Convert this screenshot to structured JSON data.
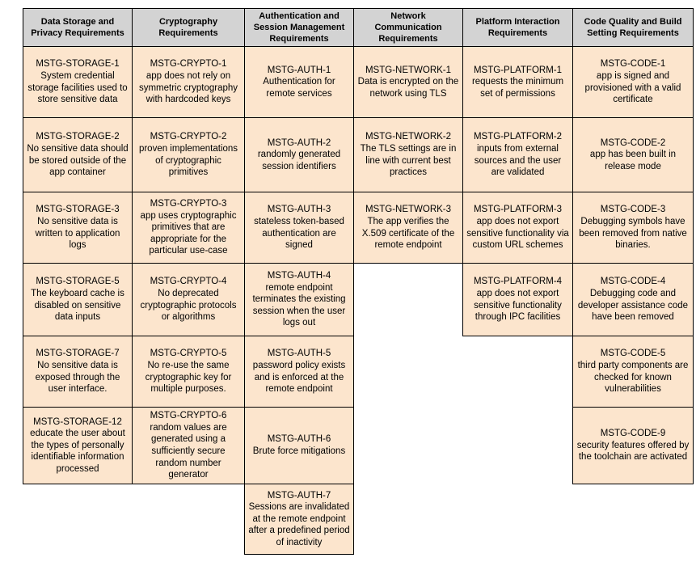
{
  "colors": {
    "header_bg": "#D3D3D3",
    "cell_bg": "#FCE5CD",
    "border": "#000000",
    "text": "#000000"
  },
  "table": {
    "columns": [
      {
        "id": "storage",
        "header": "Data Storage and Privacy Requirements",
        "cells": [
          {
            "code": "MSTG-STORAGE-1",
            "text": "System credential storage facilities used to store sensitive data"
          },
          {
            "code": "MSTG-STORAGE-2",
            "text": "No sensitive data should be stored outside of the app container"
          },
          {
            "code": "MSTG-STORAGE-3",
            "text": "No sensitive data is written to application logs"
          },
          {
            "code": "MSTG-STORAGE-5",
            "text": "The keyboard cache is disabled on sensitive data inputs"
          },
          {
            "code": "MSTG-STORAGE-7",
            "text": "No sensitive data is exposed through the user interface."
          },
          {
            "code": "MSTG-STORAGE-12",
            "text": "educate the user about the types of personally identifiable information processed"
          }
        ]
      },
      {
        "id": "crypto",
        "header": "Cryptography Requirements",
        "cells": [
          {
            "code": "MSTG-CRYPTO-1",
            "text": "app does not rely on symmetric cryptography with hardcoded keys"
          },
          {
            "code": "MSTG-CRYPTO-2",
            "text": "proven implementations of cryptographic primitives"
          },
          {
            "code": "MSTG-CRYPTO-3",
            "text": "app uses cryptographic primitives that are appropriate for the particular use-case"
          },
          {
            "code": "MSTG-CRYPTO-4",
            "text": "No deprecated cryptographic protocols or algorithms"
          },
          {
            "code": "MSTG-CRYPTO-5",
            "text": "No re-use the same cryptographic key for multiple purposes."
          },
          {
            "code": "MSTG-CRYPTO-6",
            "text": "random values are generated using a sufficiently secure random number generator"
          }
        ]
      },
      {
        "id": "auth",
        "header": "Authentication and Session Management Requirements",
        "cells": [
          {
            "code": "MSTG-AUTH-1",
            "text": "Authentication for remote services"
          },
          {
            "code": "MSTG-AUTH-2",
            "text": "randomly generated session identifiers"
          },
          {
            "code": "MSTG-AUTH-3",
            "text": "stateless token-based authentication are signed"
          },
          {
            "code": "MSTG-AUTH-4",
            "text": "remote endpoint terminates the existing session when the user logs out"
          },
          {
            "code": "MSTG-AUTH-5",
            "text": "password policy exists and is enforced at the remote endpoint"
          },
          {
            "code": "MSTG-AUTH-6",
            "text": "Brute force mitigations"
          },
          {
            "code": "MSTG-AUTH-7",
            "text": "Sessions are invalidated at the remote endpoint after a predefined period of inactivity"
          }
        ]
      },
      {
        "id": "network",
        "header": "Network Communication Requirements",
        "cells": [
          {
            "code": "MSTG-NETWORK-1",
            "text": "Data is encrypted on the network using TLS"
          },
          {
            "code": "MSTG-NETWORK-2",
            "text": "The TLS settings are in line with current best practices"
          },
          {
            "code": "MSTG-NETWORK-3",
            "text": "The app verifies the X.509 certificate of the remote endpoint"
          }
        ]
      },
      {
        "id": "platform",
        "header": "Platform Interaction Requirements",
        "cells": [
          {
            "code": "MSTG-PLATFORM-1",
            "text": "requests the minimum set of permissions"
          },
          {
            "code": "MSTG-PLATFORM-2",
            "text": "inputs from external sources and the user are validated"
          },
          {
            "code": "MSTG-PLATFORM-3",
            "text": "app does not export sensitive functionality via custom URL schemes"
          },
          {
            "code": "MSTG-PLATFORM-4",
            "text": "app does not export sensitive functionality through IPC facilities"
          }
        ]
      },
      {
        "id": "code",
        "header": "Code Quality and Build Setting Requirements",
        "cells": [
          {
            "code": "MSTG-CODE-1",
            "text": "app is signed and provisioned with a valid certificate"
          },
          {
            "code": "MSTG-CODE-2",
            "text": "app has been built in release mode"
          },
          {
            "code": "MSTG-CODE-3",
            "text": "Debugging symbols have been removed from native binaries."
          },
          {
            "code": "MSTG-CODE-4",
            "text": "Debugging code and developer assistance code have been removed"
          },
          {
            "code": "MSTG-CODE-5",
            "text": "third party components are checked for known vulnerabilities"
          },
          {
            "code": "MSTG-CODE-9",
            "text": "security features offered by the toolchain are activated"
          }
        ]
      }
    ]
  }
}
